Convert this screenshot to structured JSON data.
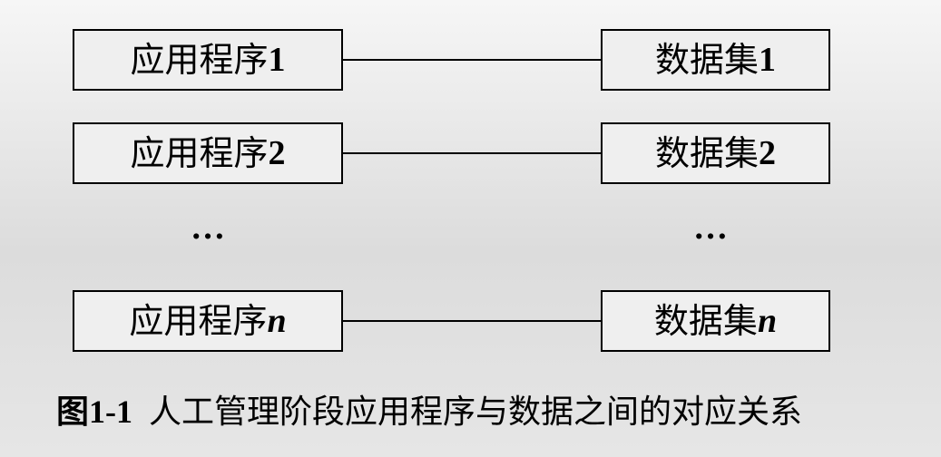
{
  "applications": [
    {
      "label": "应用程序",
      "suffix": "1",
      "italic": false
    },
    {
      "label": "应用程序",
      "suffix": "2",
      "italic": false
    },
    {
      "label": "应用程序",
      "suffix": "n",
      "italic": true
    }
  ],
  "datasets": [
    {
      "label": "数据集",
      "suffix": "1",
      "italic": false
    },
    {
      "label": "数据集",
      "suffix": "2",
      "italic": false
    },
    {
      "label": "数据集",
      "suffix": "n",
      "italic": true
    }
  ],
  "ellipsis": {
    "left": "…",
    "right": "…"
  },
  "caption": {
    "number": "图1-1",
    "text": "人工管理阶段应用程序与数据之间的对应关系"
  }
}
